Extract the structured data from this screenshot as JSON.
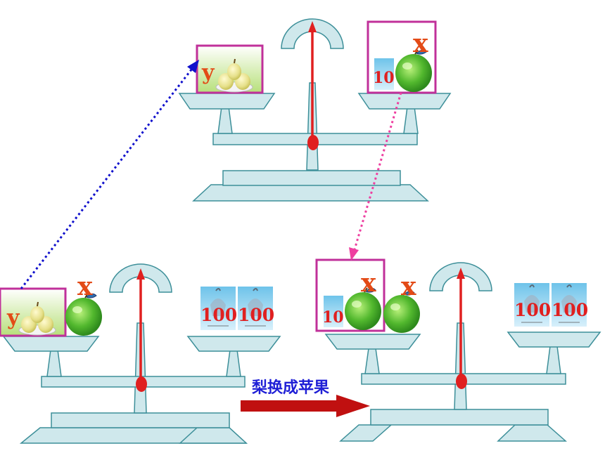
{
  "colors": {
    "scale_fill": "#cfe8ec",
    "scale_stroke": "#3d8f99",
    "needle": "#e02020",
    "frame": "#c0309a",
    "var_label": "#e34a16",
    "num_label": "#e02020",
    "caption": "#1f1fd6",
    "arrow": "#c01010",
    "dot_blue": "#1010cc",
    "dot_pink": "#ee3fa0"
  },
  "icons": {
    "pear": "pear-icon",
    "apple": "apple-icon",
    "weight": "weight-icon"
  },
  "top_scale": {
    "left_pan": {
      "var": "y"
    },
    "right_pan": {
      "var": "x",
      "weight": "10"
    }
  },
  "bottom_left_scale": {
    "left_pan": {
      "pear_var": "y",
      "apple_var": "x"
    },
    "right_pan": {
      "weights": [
        "100",
        "100"
      ]
    }
  },
  "bottom_right_scale": {
    "left_pan": {
      "weight": "10",
      "apple_var_1": "x",
      "apple_var_2": "x"
    },
    "right_pan": {
      "weights": [
        "100",
        "100"
      ]
    }
  },
  "caption": "梨换成苹果"
}
